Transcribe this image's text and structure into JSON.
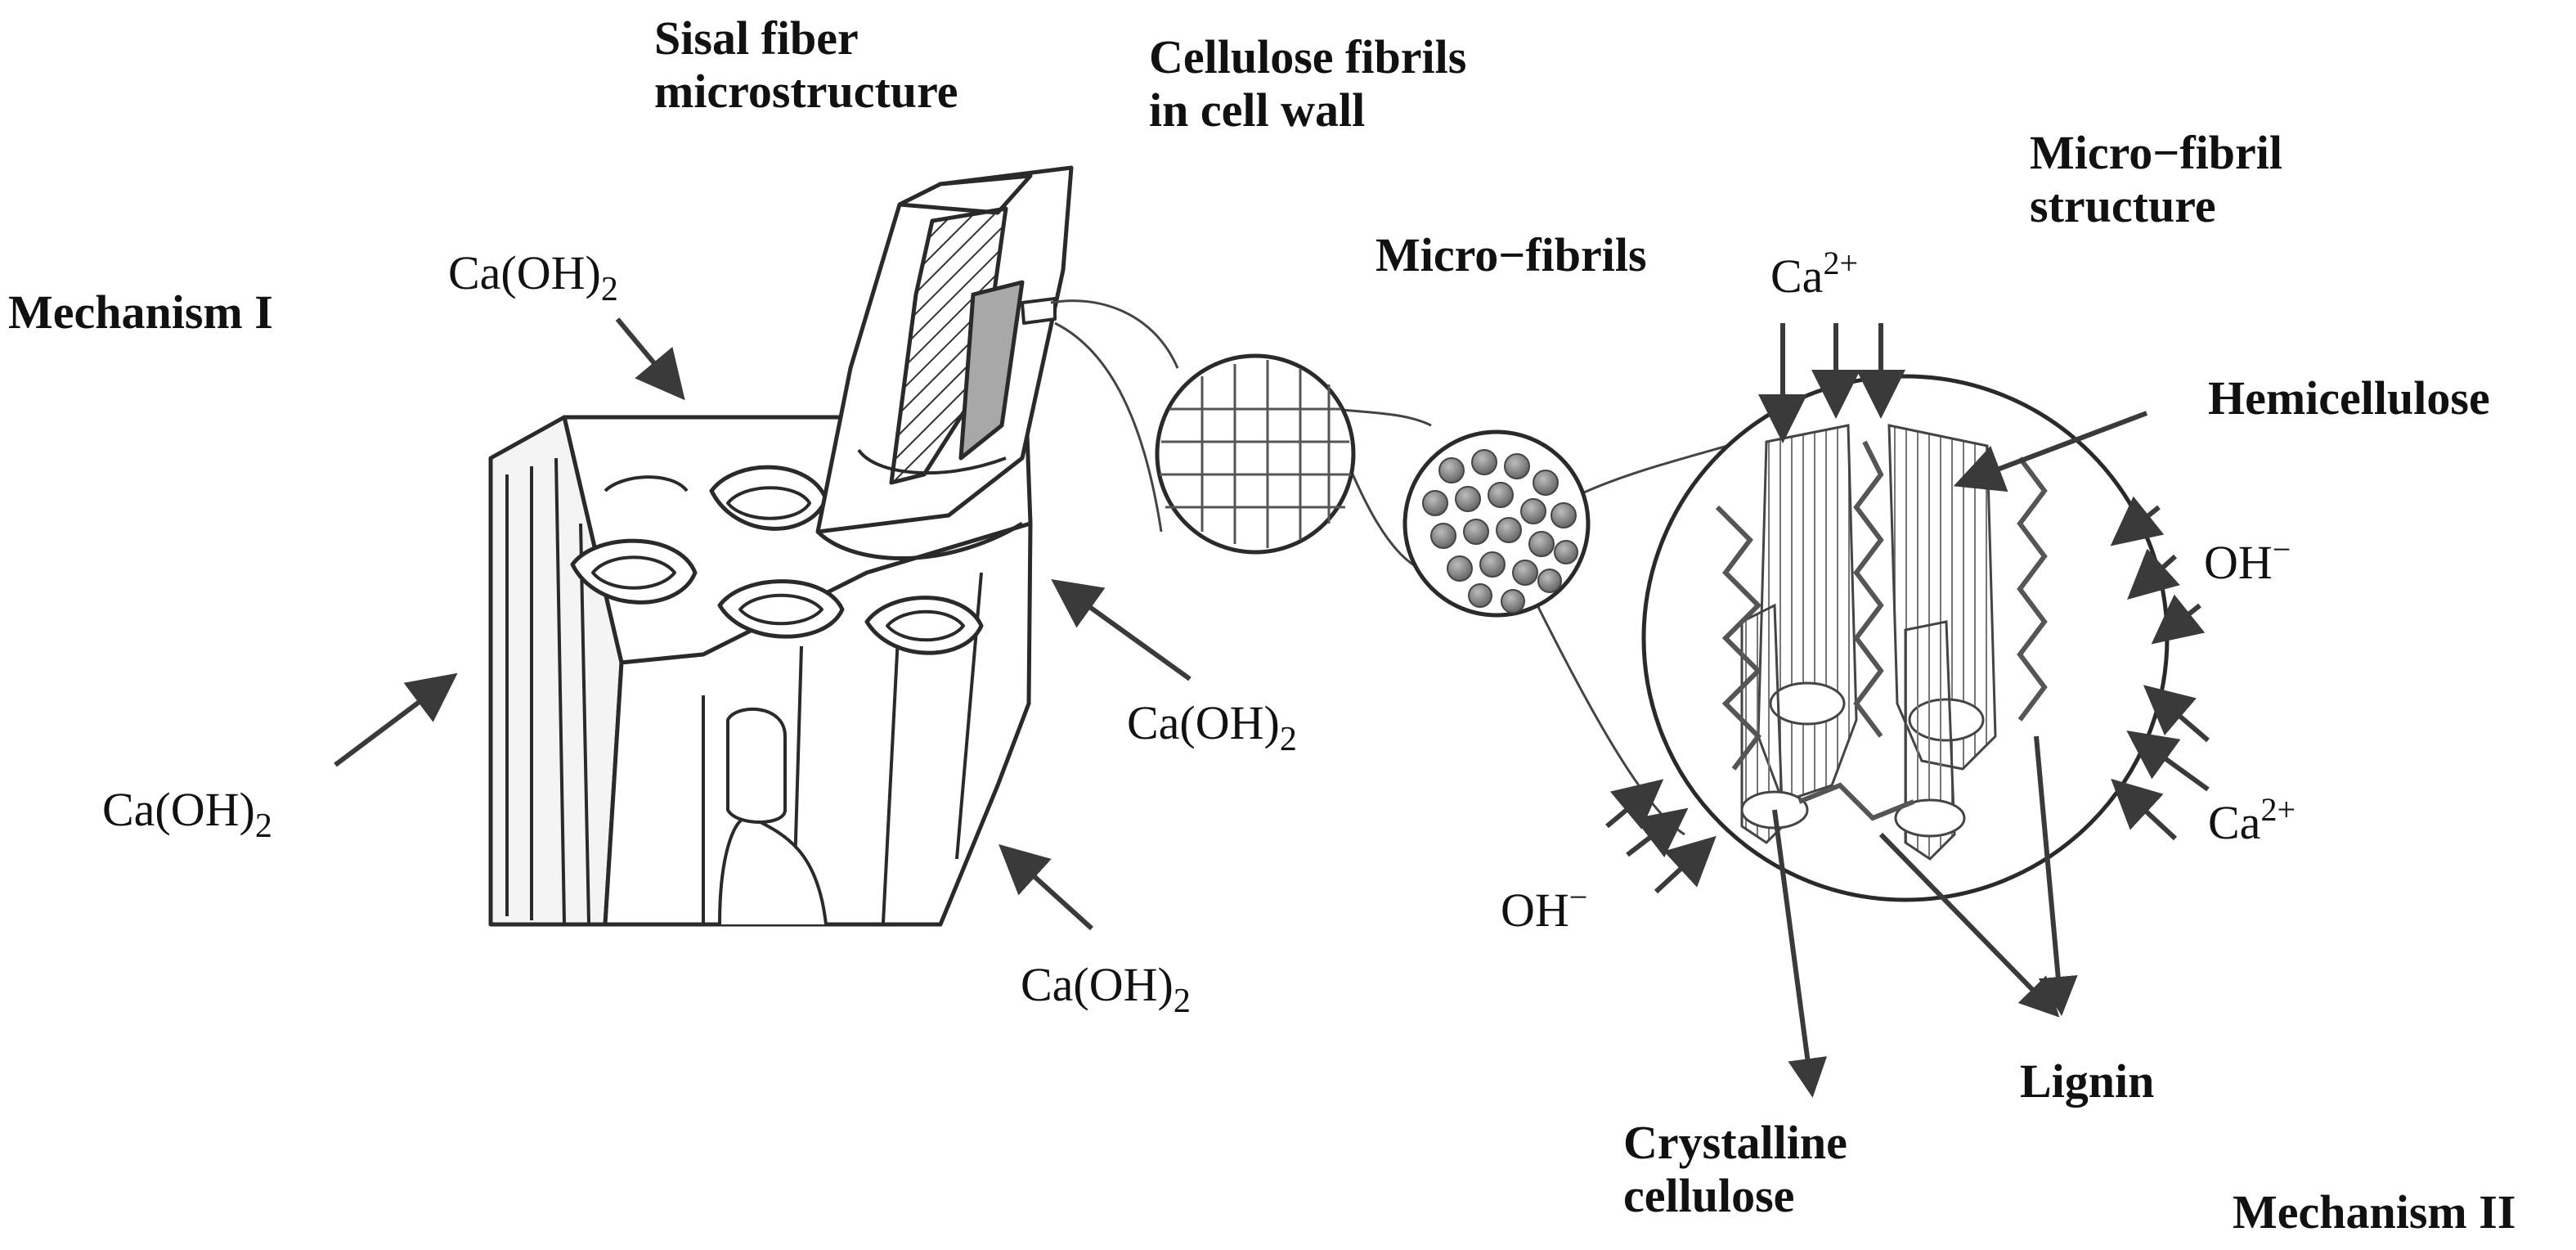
{
  "labels": {
    "mechanism_1": "Mechanism I",
    "mechanism_2": "Mechanism II",
    "sisal": [
      "Sisal fiber",
      "microstructure"
    ],
    "cellulose_fibrils": [
      "Cellulose fibrils",
      "in cell wall"
    ],
    "micro_fibrils": "Micro−fibrils",
    "micro_fibril_structure": [
      "Micro−fibril",
      "structure"
    ],
    "hemicellulose": "Hemicellulose",
    "lignin": "Lignin",
    "crystalline_cellulose": [
      "Crystalline",
      "cellulose"
    ]
  },
  "chem": {
    "caoh2_base": "Ca(OH)",
    "caoh2_sub": "2",
    "ca_base": "Ca",
    "ca_sup": "2+",
    "oh_base": "OH",
    "oh_sup": "−"
  },
  "colors": {
    "line": "#2a2a2a",
    "arrow": "#3a3a3a",
    "fill_gray": "#9a9a9a"
  }
}
